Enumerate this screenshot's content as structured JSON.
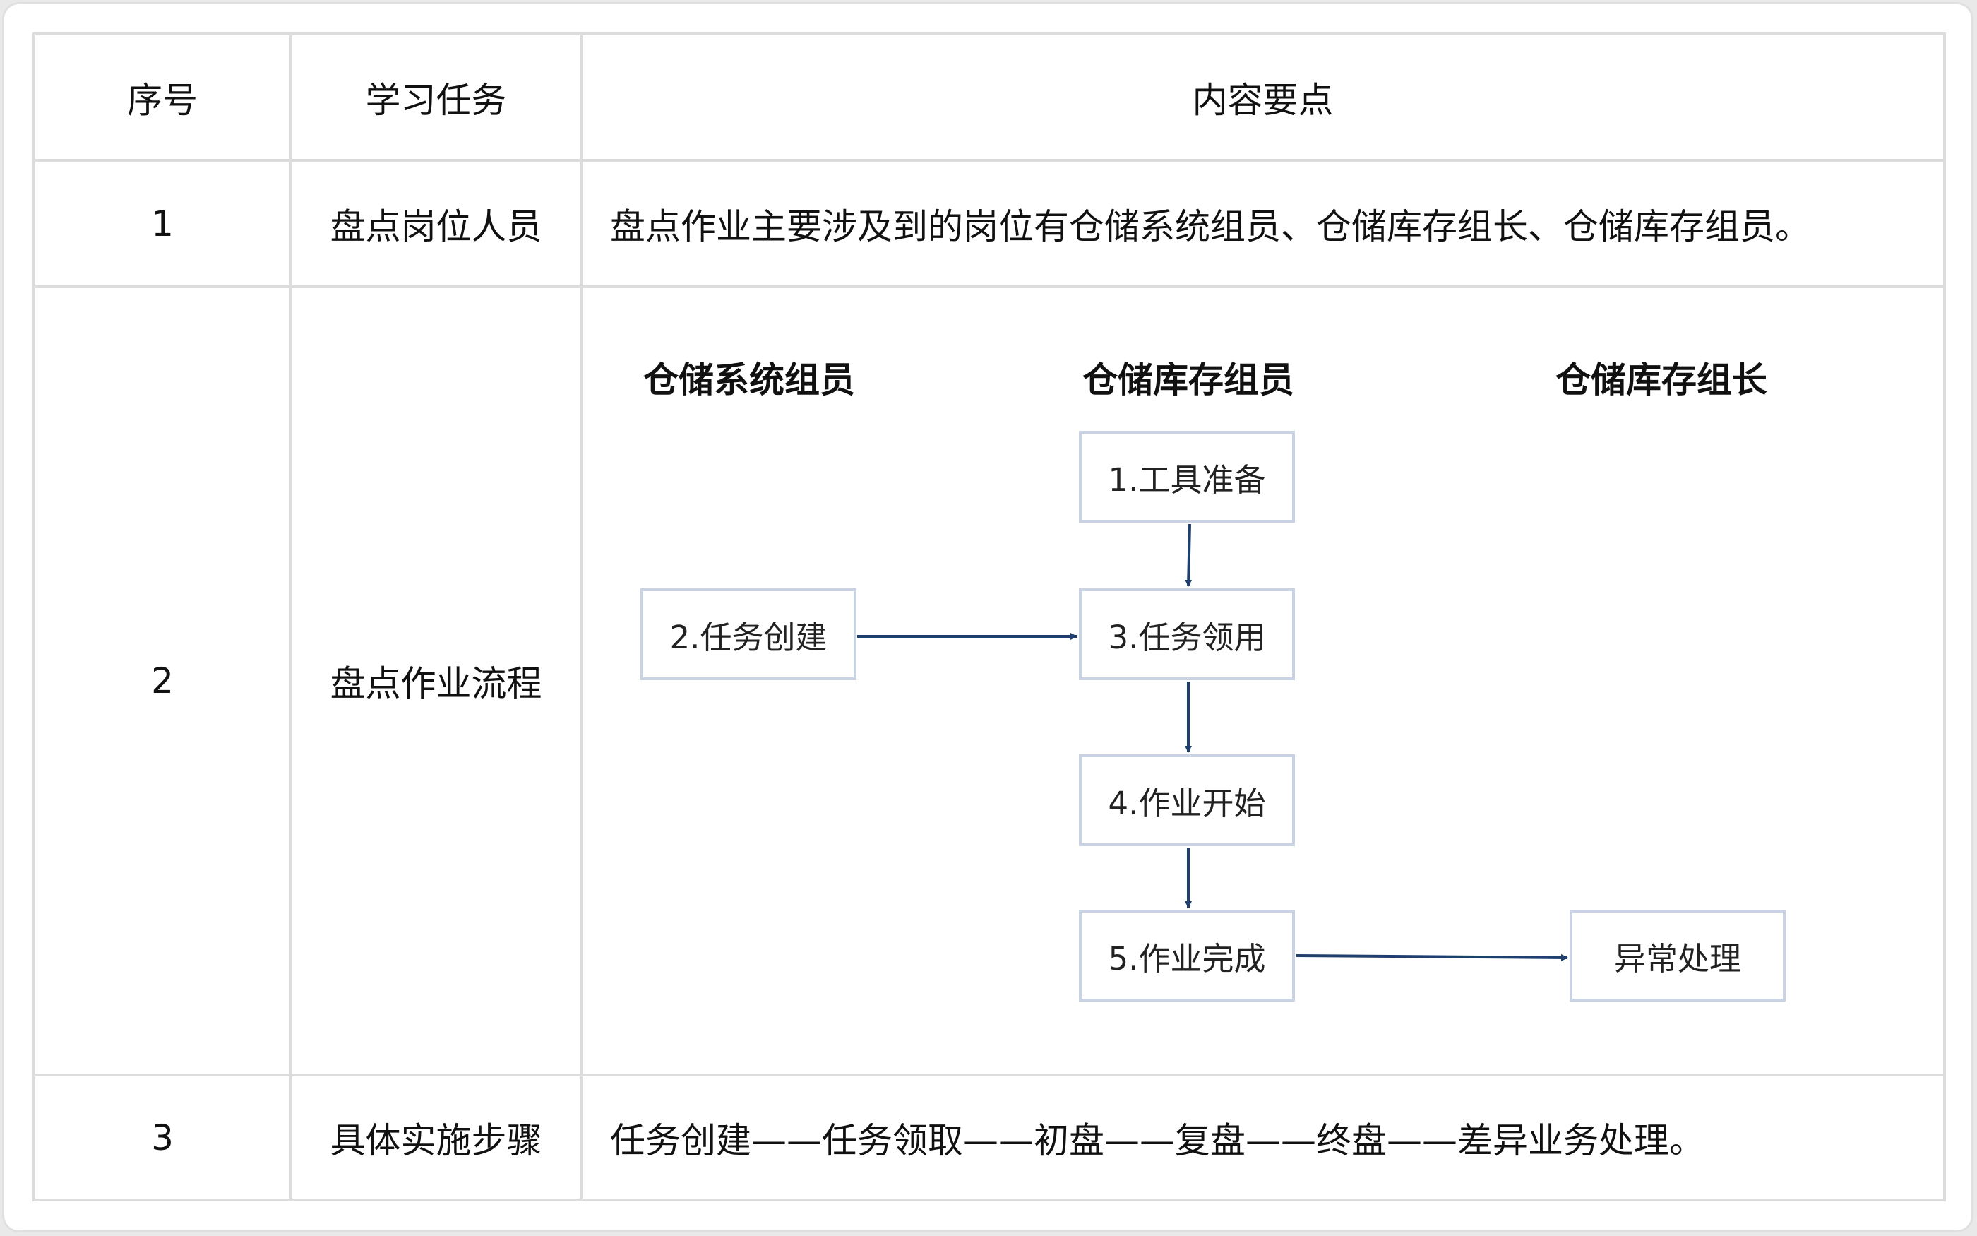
{
  "table": {
    "headers": [
      "序号",
      "学习任务",
      "内容要点"
    ],
    "rows": [
      {
        "no": "1",
        "task": "盘点岗位人员",
        "content": "盘点作业主要涉及到的岗位有仓储系统组员、仓储库存组长、仓储库存组员。"
      },
      {
        "no": "2",
        "task": "盘点作业流程"
      },
      {
        "no": "3",
        "task": "具体实施步骤",
        "content": "任务创建——任务领取——初盘——复盘——终盘——差异业务处理。"
      }
    ]
  },
  "flowchart": {
    "lanes": [
      "仓储系统组员",
      "仓储库存组员",
      "仓储库存组长"
    ],
    "steps": {
      "tools": "1.工具准备",
      "create": "2.任务创建",
      "claim": "3.任务领用",
      "start": "4.作业开始",
      "finish": "5.作业完成",
      "exception": "异常处理"
    },
    "colors": {
      "arrow": "#1f3f6e",
      "box_border": "#c9d3e3"
    }
  }
}
